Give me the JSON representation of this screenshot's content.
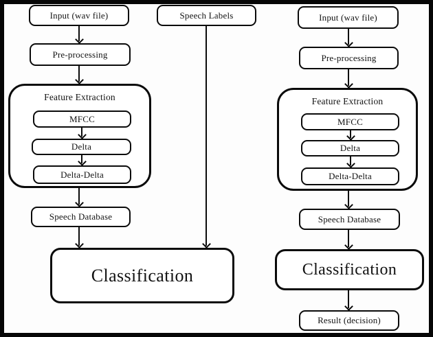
{
  "figure": {
    "background_color": "#fdfdfd",
    "line_color": "#0a0a0a"
  },
  "left_pipeline": {
    "input": "Input (wav file)",
    "preprocessing": "Pre-processing",
    "feature_extraction_title": "Feature Extraction",
    "feature_steps": [
      "MFCC",
      "Delta",
      "Delta-Delta"
    ],
    "speech_database": "Speech Database",
    "classification": "Classification"
  },
  "center": {
    "speech_labels": "Speech Labels"
  },
  "right_pipeline": {
    "input": "Input (wav file)",
    "preprocessing": "Pre-processing",
    "feature_extraction_title": "Feature Extraction",
    "feature_steps": [
      "MFCC",
      "Delta",
      "Delta-Delta"
    ],
    "speech_database": "Speech Database",
    "classification": "Classification",
    "result": "Result (decision)"
  }
}
